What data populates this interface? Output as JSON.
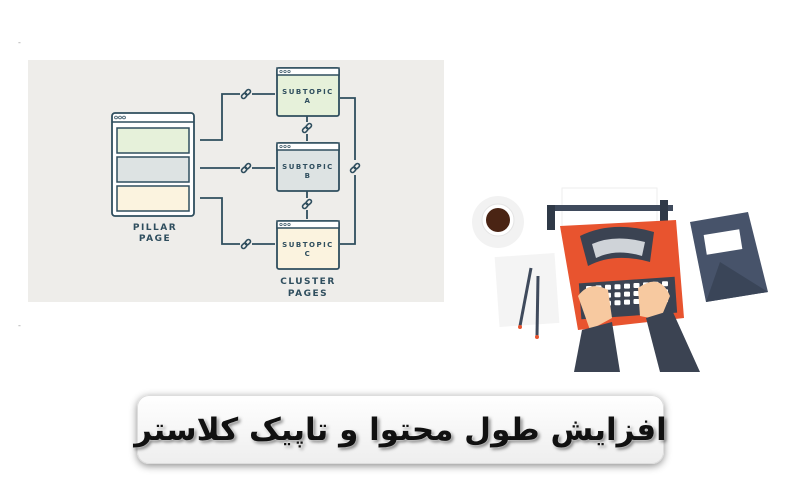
{
  "diagram": {
    "pillar_label_line1": "PILLAR",
    "pillar_label_line2": "PAGE",
    "cluster_label_line1": "CLUSTER",
    "cluster_label_line2": "PAGES",
    "subtopics": [
      {
        "line1": "SUBTOPIC",
        "line2": "A",
        "color": "#e6f1da"
      },
      {
        "line1": "SUBTOPIC",
        "line2": "B",
        "color": "#dde3e3"
      },
      {
        "line1": "SUBTOPIC",
        "line2": "C",
        "color": "#fbf3df"
      }
    ],
    "pillar_sections": [
      "#e6f1da",
      "#dde3e3",
      "#fbf3df"
    ],
    "stroke_color": "#2f4e5e",
    "background": "#eeedea",
    "connector_icon": "chain-link-icon"
  },
  "title": {
    "text": "افزایش طول محتوا و تاپیک کلاستر"
  },
  "illustration": {
    "items": [
      "coffee-cup",
      "typewriter",
      "hands",
      "pencils",
      "notebook"
    ],
    "typewriter_color": "#e8542f",
    "notebook_color": "#47536a"
  }
}
